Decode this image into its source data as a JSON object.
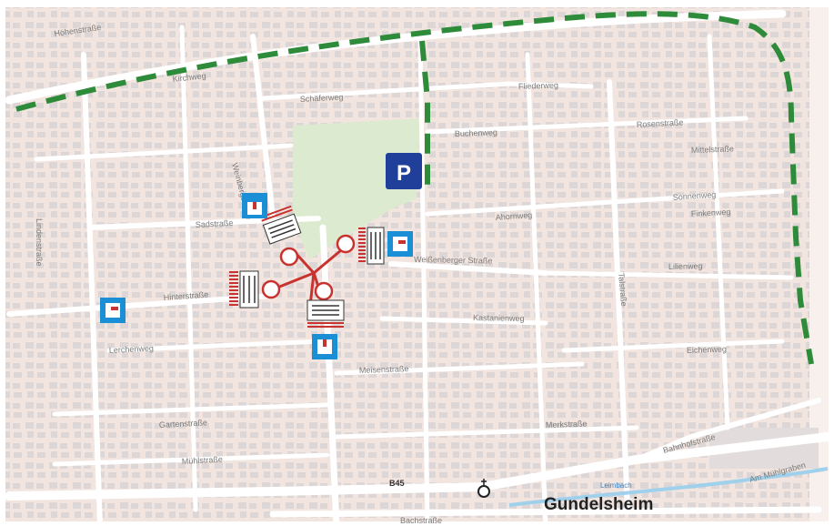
{
  "map": {
    "town_name": "Gundelsheim",
    "route_number": "B45",
    "stream_name": "Leimbach",
    "parking_letter": "P",
    "colors": {
      "background": "#f2e4de",
      "road": "#ffffff",
      "building": "#dcd6d6",
      "park": "#dcebcf",
      "boundary": "#2e8b3a",
      "parking_sign": "#1f3f9a",
      "info_sign": "#1b8fd6",
      "detour_red": "#c8322f",
      "stream": "#9fd1ec"
    },
    "street_labels": [
      "Höhenstraße",
      "Schäferweg",
      "Fliederweg",
      "Buchenweg",
      "Ahornweg",
      "Sonnenweg",
      "Lilienweg",
      "Hinterstraße",
      "Sadstraße",
      "Weinbergstraße",
      "Weißenberger Straße",
      "Lerchenweg",
      "Meisenstraße",
      "Lindenstraße",
      "Gartenstraße",
      "Merkstraße",
      "Bachstraße",
      "Bahnhofstraße",
      "Am Mühlgraben",
      "Rosenstraße",
      "Kastanienweg",
      "Eichenweg",
      "Kirchweg",
      "Mühlstraße",
      "Talstraße",
      "Mittelstraße",
      "Finkenweg"
    ]
  }
}
